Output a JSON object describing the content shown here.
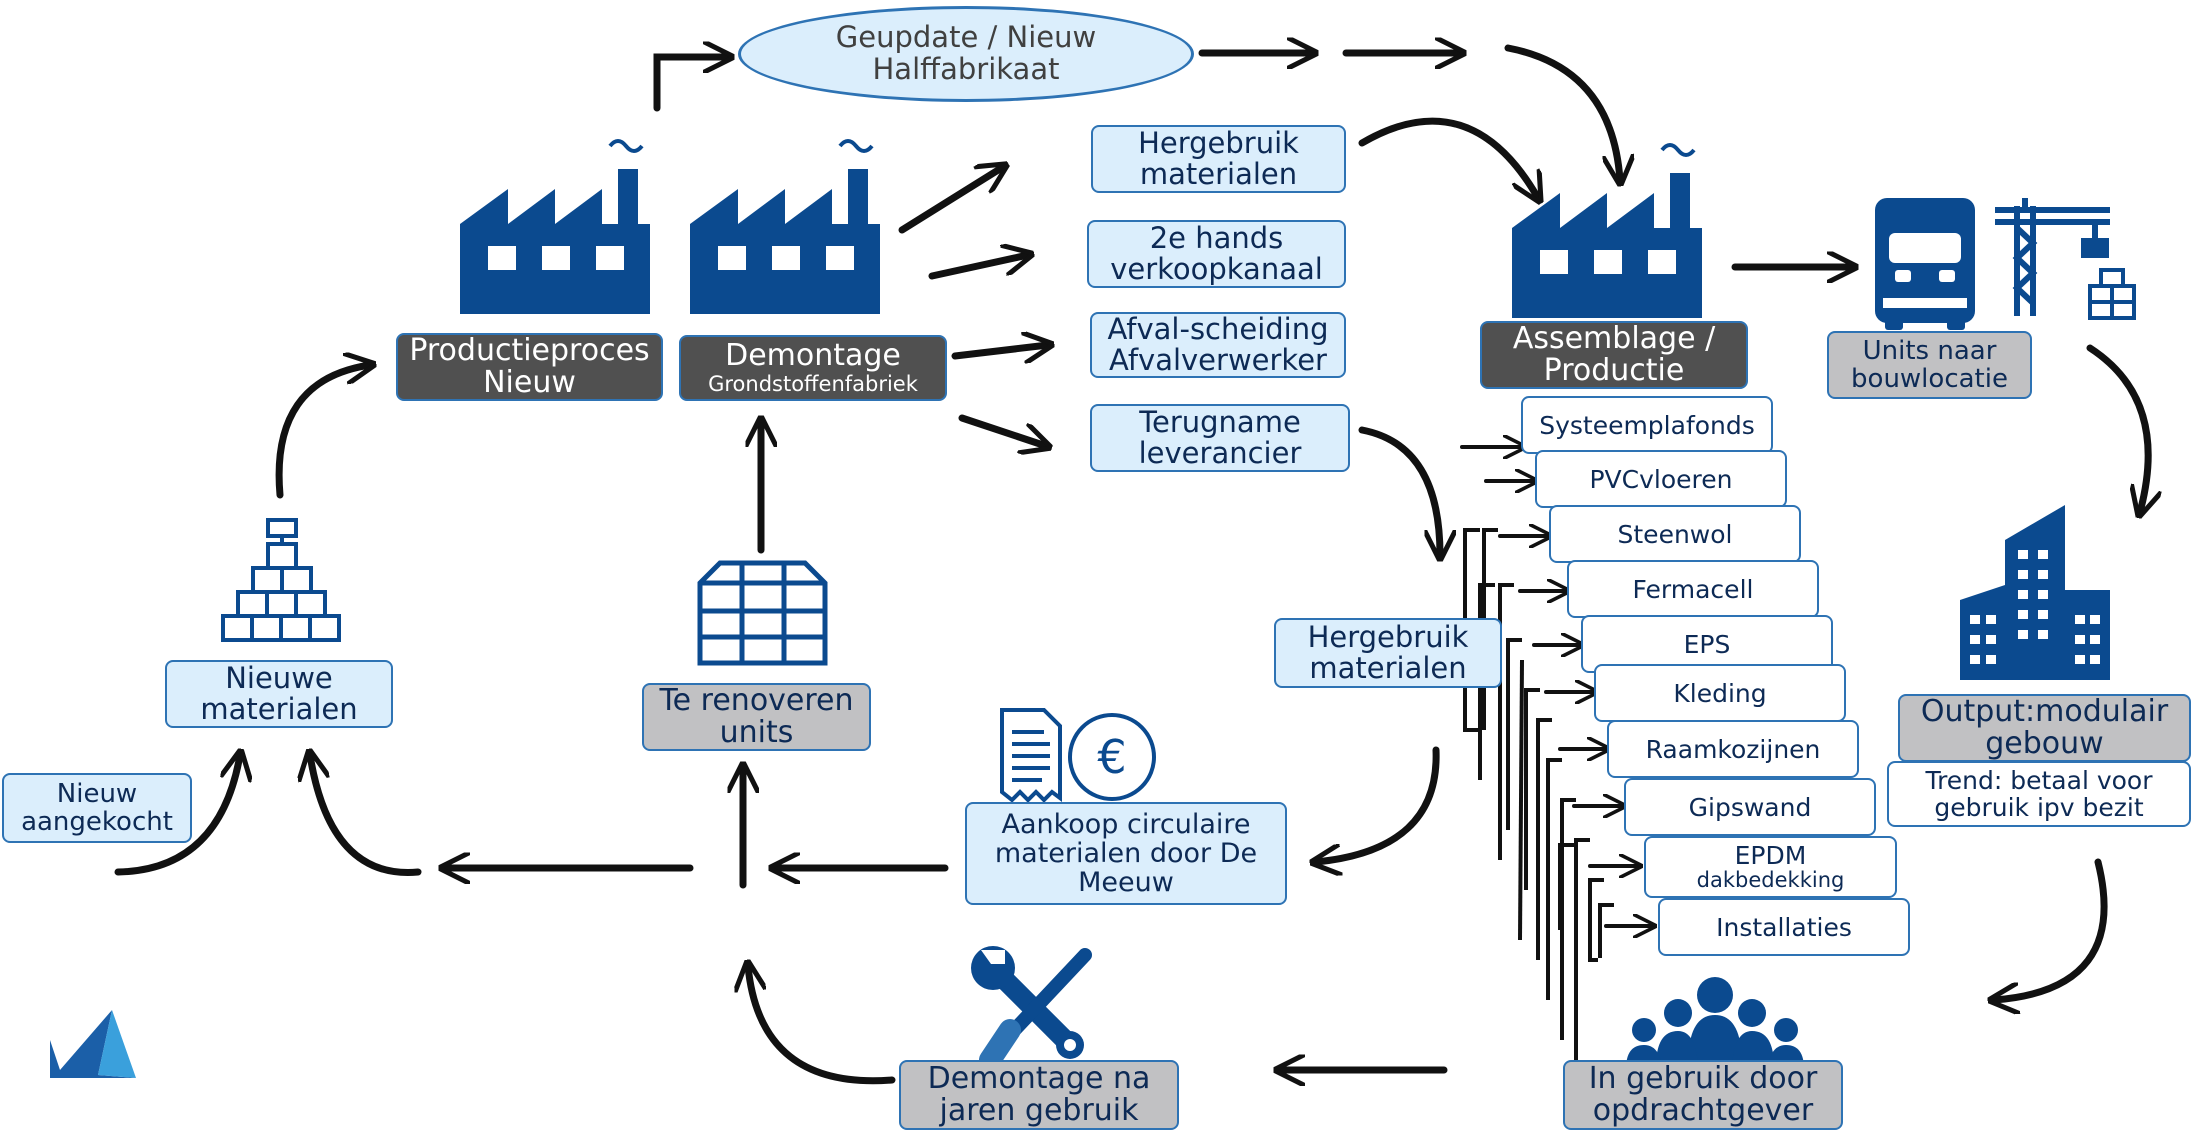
{
  "colors": {
    "icon_blue": "#0b4a8f",
    "box_light": "#dbeefc",
    "box_border": "#2e73b4",
    "box_dark": "#505050",
    "box_grey": "#c1c1c3",
    "text_navy": "#0d2a55",
    "arrow": "#111111"
  },
  "nodes": {
    "geupdate": {
      "line1": "Geupdate / Nieuw",
      "line2": "Halffabrikaat"
    },
    "productieproces": {
      "line1": "Productieproces",
      "line2": "Nieuw"
    },
    "demontage": {
      "line1": "Demontage",
      "line2": "Grondstoffenfabriek"
    },
    "hergebruik_top": {
      "line1": "Hergebruik",
      "line2": "materialen"
    },
    "tweedehands": {
      "line1": "2e hands",
      "line2": "verkoopkanaal"
    },
    "afvalscheiding": {
      "line1": "Afval-scheiding",
      "line2": "Afvalverwerker"
    },
    "terugname": {
      "line1": "Terugname",
      "line2": "leverancier"
    },
    "assemblage": {
      "line1": "Assemblage /",
      "line2": "Productie"
    },
    "units_naar": {
      "line1": "Units naar",
      "line2": "bouwlocatie"
    },
    "output": {
      "line1": "Output:modulair",
      "line2": "gebouw"
    },
    "trend": {
      "line1": "Trend: betaal voor",
      "line2": "gebruik ipv bezit"
    },
    "in_gebruik": {
      "line1": "In gebruik door",
      "line2": "opdrachtgever"
    },
    "demontage_na": {
      "line1": "Demontage na",
      "line2": "jaren gebruik"
    },
    "aankoop": {
      "line1": "Aankoop circulaire",
      "line2": "materialen door De",
      "line3": "Meeuw"
    },
    "te_renoveren": {
      "line1": "Te renoveren",
      "line2": "units"
    },
    "nieuwe_materialen": {
      "line1": "Nieuwe",
      "line2": "materialen"
    },
    "nieuw_aangekocht": {
      "line1": "Nieuw",
      "line2": "aangekocht"
    },
    "hergebruik_mid": {
      "line1": "Hergebruik",
      "line2": "materialen"
    }
  },
  "materials": [
    {
      "label": "Systeemplafonds"
    },
    {
      "label": "PVCvloeren"
    },
    {
      "label": "Steenwol"
    },
    {
      "label": "Fermacell"
    },
    {
      "label": "EPS"
    },
    {
      "label": "Kleding"
    },
    {
      "label": "Raamkozijnen"
    },
    {
      "label": "Gipswand"
    },
    {
      "label": "EPDM",
      "label2": "dakbedekking"
    },
    {
      "label": "Installaties"
    }
  ],
  "currency_symbol": "€",
  "icons": [
    "factory-icon",
    "truck-icon",
    "crane-icon",
    "building-icon",
    "people-icon",
    "tools-icon",
    "receipt-icon",
    "euro-icon",
    "box-icon",
    "pyramid-blocks-icon",
    "logo-icon",
    "play-icon"
  ]
}
